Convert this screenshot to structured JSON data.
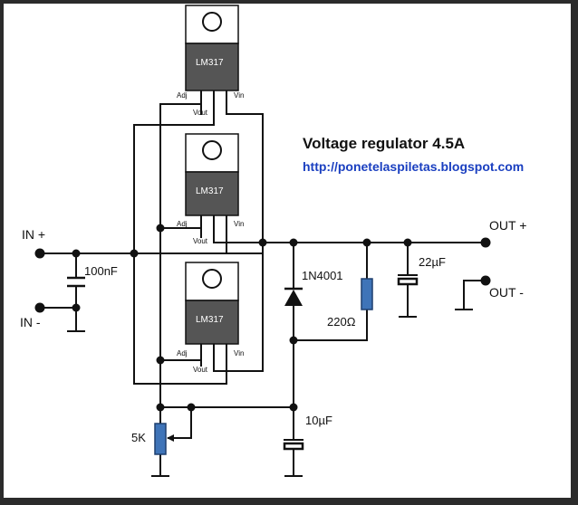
{
  "title": "Voltage regulator 4.5A",
  "url": "http://ponetelaspiletas.blogspot.com",
  "regulators": [
    {
      "label": "LM317",
      "pins": {
        "adj": "Adj",
        "vout": "Vout",
        "vin": "Vin"
      }
    },
    {
      "label": "LM317",
      "pins": {
        "adj": "Adj",
        "vout": "Vout",
        "vin": "Vin"
      }
    },
    {
      "label": "LM317",
      "pins": {
        "adj": "Adj",
        "vout": "Vout",
        "vin": "Vin"
      }
    }
  ],
  "terminals": {
    "in_plus": "IN +",
    "in_minus": "IN -",
    "out_plus": "OUT +",
    "out_minus": "OUT -"
  },
  "components": {
    "c_in": "100nF",
    "diode": "1N4001",
    "c_out": "22µF",
    "r_fixed": "220Ω",
    "c_adj": "10µF",
    "pot": "5K"
  },
  "colors": {
    "regulator_body": "#555555",
    "resistor_fill": "#3f74b8",
    "url_color": "#1a3fc0"
  }
}
